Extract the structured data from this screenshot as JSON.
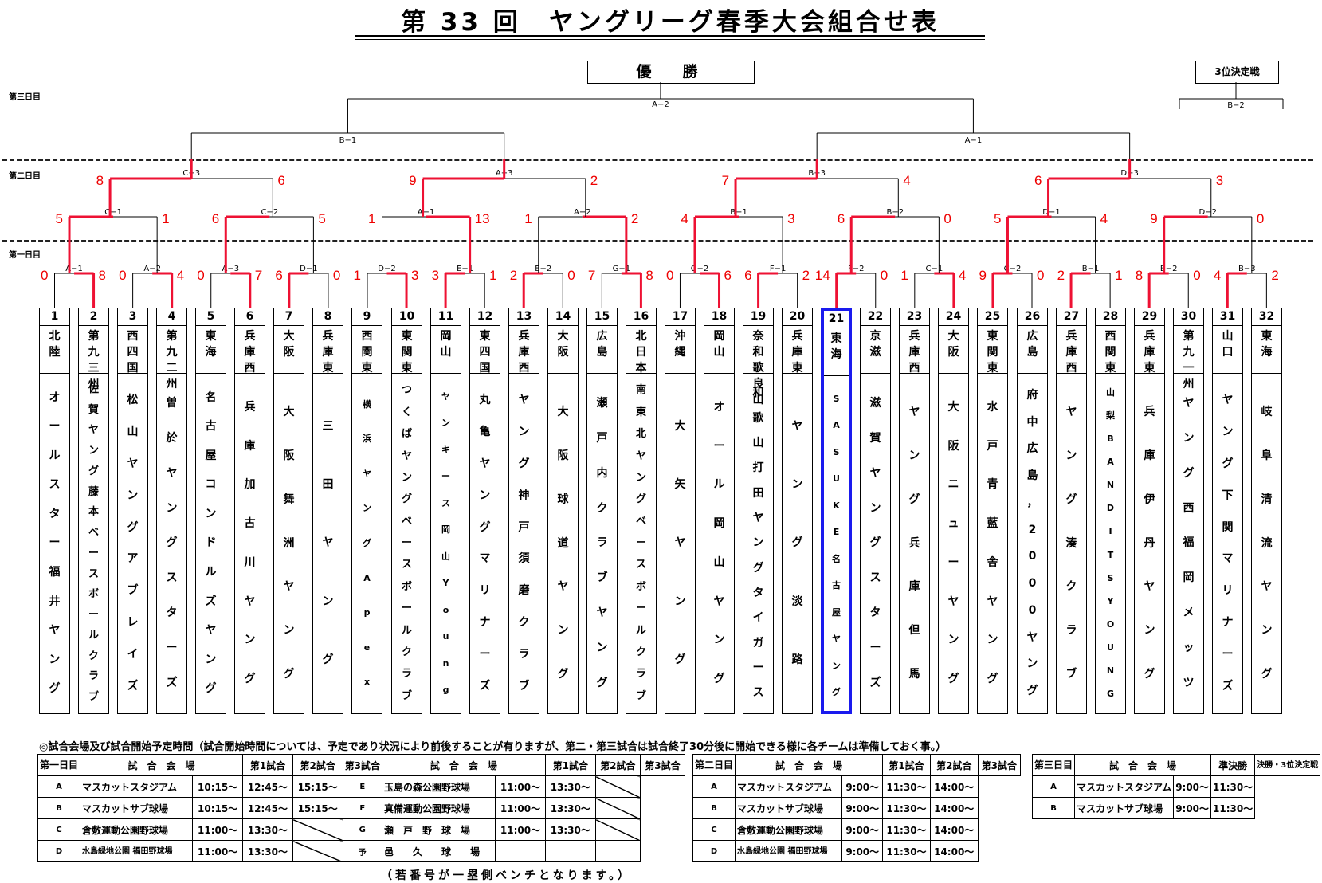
{
  "title": "第 33 回　ヤングリーグ春季大会組合せ表",
  "champion_label": "優　勝",
  "third_label": "3位決定戦",
  "day_labels": [
    "第三日目",
    "第二日目",
    "第一日目"
  ],
  "final_match": "A−2",
  "third_match": "B−2",
  "semis": [
    "B−1",
    "A−1"
  ],
  "quarters": [
    {
      "label": "C−3",
      "left": "8",
      "right": "6"
    },
    {
      "label": "A−3",
      "left": "9",
      "right": "2"
    },
    {
      "label": "B−3",
      "left": "7",
      "right": "4"
    },
    {
      "label": "D−3",
      "left": "6",
      "right": "3"
    }
  ],
  "round2": [
    {
      "label": "C−1",
      "left": "5",
      "right": "1"
    },
    {
      "label": "C−2",
      "left": "6",
      "right": "5"
    },
    {
      "label": "A−1",
      "left": "1",
      "right": "13"
    },
    {
      "label": "A−2",
      "left": "1",
      "right": "2"
    },
    {
      "label": "B−1",
      "left": "4",
      "right": "3"
    },
    {
      "label": "B−2",
      "left": "6",
      "right": "0"
    },
    {
      "label": "D−1",
      "left": "5",
      "right": "4"
    },
    {
      "label": "D−2",
      "left": "9",
      "right": "0"
    }
  ],
  "round1": [
    {
      "label": "A−1",
      "left": "0",
      "right": "8"
    },
    {
      "label": "A−2",
      "left": "0",
      "right": "4"
    },
    {
      "label": "A−3",
      "left": "0",
      "right": "7"
    },
    {
      "label": "D−1",
      "left": "6",
      "right": "0"
    },
    {
      "label": "D−2",
      "left": "1",
      "right": "3"
    },
    {
      "label": "E−1",
      "left": "3",
      "right": "1"
    },
    {
      "label": "E−2",
      "left": "2",
      "right": "0"
    },
    {
      "label": "G−1",
      "left": "7",
      "right": "8"
    },
    {
      "label": "G−2",
      "left": "0",
      "right": "6"
    },
    {
      "label": "F−1",
      "left": "6",
      "right": "2"
    },
    {
      "label": "F−2",
      "left": "14",
      "right": "0"
    },
    {
      "label": "C−1",
      "left": "1",
      "right": "4"
    },
    {
      "label": "C−2",
      "left": "9",
      "right": "0"
    },
    {
      "label": "B−1",
      "left": "2",
      "right": "1"
    },
    {
      "label": "B−2",
      "left": "8",
      "right": "0"
    },
    {
      "label": "B−3",
      "left": "4",
      "right": "2"
    }
  ],
  "teams": [
    {
      "num": "1",
      "region": "北陸",
      "name": "オールスター福井ヤング"
    },
    {
      "num": "2",
      "region": "第九三州",
      "name": "佐賀ヤング藤本ベースボールクラブ"
    },
    {
      "num": "3",
      "region": "西四国",
      "name": "松山ヤングアブレイズ"
    },
    {
      "num": "4",
      "region": "第九二州",
      "name": "曽於ヤングスターズ"
    },
    {
      "num": "5",
      "region": "東海",
      "name": "名古屋コンドルズヤング"
    },
    {
      "num": "6",
      "region": "兵庫西",
      "name": "兵庫加古川ヤング"
    },
    {
      "num": "7",
      "region": "大阪",
      "name": "大阪舞洲ヤング"
    },
    {
      "num": "8",
      "region": "兵庫東",
      "name": "三田ヤング"
    },
    {
      "num": "9",
      "region": "西関東",
      "name": "横浜ヤングApex"
    },
    {
      "num": "10",
      "region": "東関東",
      "name": "つくばヤングベースボールクラブ"
    },
    {
      "num": "11",
      "region": "岡山",
      "name": "ヤンキース岡山Young"
    },
    {
      "num": "12",
      "region": "東四国",
      "name": "丸亀ヤングマリナーズ"
    },
    {
      "num": "13",
      "region": "兵庫西",
      "name": "ヤング神戸須磨クラブ"
    },
    {
      "num": "14",
      "region": "大阪",
      "name": "大阪球道ヤング"
    },
    {
      "num": "15",
      "region": "広島",
      "name": "瀬戸内クラブヤング"
    },
    {
      "num": "16",
      "region": "北日本",
      "name": "南東北ヤングベースボールクラブ"
    },
    {
      "num": "17",
      "region": "沖縄",
      "name": "大矢ヤング"
    },
    {
      "num": "18",
      "region": "岡山",
      "name": "オール岡山ヤング"
    },
    {
      "num": "19",
      "region": "奈和歌良山",
      "name": "和歌山打田ヤングタイガース"
    },
    {
      "num": "20",
      "region": "兵庫東",
      "name": "ヤング淡路"
    },
    {
      "num": "21",
      "region": "東海",
      "name": "SASUKE名古屋ヤング"
    },
    {
      "num": "22",
      "region": "京滋",
      "name": "滋賀ヤングスターズ"
    },
    {
      "num": "23",
      "region": "兵庫西",
      "name": "ヤング兵庫但馬"
    },
    {
      "num": "24",
      "region": "大阪",
      "name": "大阪ニューヤング"
    },
    {
      "num": "25",
      "region": "東関東",
      "name": "水戸青藍舎ヤング"
    },
    {
      "num": "26",
      "region": "広島",
      "name": "府中広島，2000ヤング"
    },
    {
      "num": "27",
      "region": "兵庫西",
      "name": "ヤング湊クラブ"
    },
    {
      "num": "28",
      "region": "西関東",
      "name": "山梨BANDITS YOUNG"
    },
    {
      "num": "29",
      "region": "兵庫東",
      "name": "兵庫伊丹ヤング"
    },
    {
      "num": "30",
      "region": "第九一州",
      "name": "ヤング西福岡メッツ"
    },
    {
      "num": "31",
      "region": "山口",
      "name": "ヤング下関マリナーズ"
    },
    {
      "num": "32",
      "region": "東海",
      "name": "岐阜清流ヤング"
    }
  ],
  "schedule": {
    "note": "◎試合会場及び試合開始予定時間（試合開始時間については、予定であり状況により前後することが有りますが、第二・第三試合は試合終了30分後に開始できる様に各チームは準備しておく事。）",
    "bench_note": "（若番号が一塁側ベンチとなります。）",
    "header_venue": "試　合　会　場",
    "header_g1": "第1試合",
    "header_g2": "第2試合",
    "header_g3": "第3試合",
    "header_semi": "準決勝",
    "header_final": "決勝・3位決定戦",
    "day1_label": "第一日目",
    "day2_label": "第二日目",
    "day3_label": "第三日目",
    "day1_left": [
      {
        "code": "A",
        "venue": "マスカットスタジアム",
        "g1": "10:15〜",
        "g2": "12:45〜",
        "g3": "15:15〜"
      },
      {
        "code": "B",
        "venue": "マスカットサブ球場",
        "g1": "10:15〜",
        "g2": "12:45〜",
        "g3": "15:15〜"
      },
      {
        "code": "C",
        "venue": "倉敷運動公園野球場",
        "g1": "11:00〜",
        "g2": "13:30〜",
        "g3": ""
      },
      {
        "code": "D",
        "venue": "水島緑地公園 福田野球場",
        "g1": "11:00〜",
        "g2": "13:30〜",
        "g3": ""
      }
    ],
    "day1_right": [
      {
        "code": "E",
        "venue": "玉島の森公園野球場",
        "g1": "11:00〜",
        "g2": "13:30〜",
        "g3": ""
      },
      {
        "code": "F",
        "venue": "真備運動公園野球場",
        "g1": "11:00〜",
        "g2": "13:30〜",
        "g3": ""
      },
      {
        "code": "G",
        "venue": "瀬　戸　野　球　場",
        "g1": "11:00〜",
        "g2": "13:30〜",
        "g3": ""
      },
      {
        "code": "予",
        "venue": "邑　　久　　球　　場",
        "g1": "",
        "g2": "",
        "g3": ""
      }
    ],
    "day2": [
      {
        "code": "A",
        "venue": "マスカットスタジアム",
        "g1": "9:00〜",
        "g2": "11:30〜",
        "g3": "14:00〜"
      },
      {
        "code": "B",
        "venue": "マスカットサブ球場",
        "g1": "9:00〜",
        "g2": "11:30〜",
        "g3": "14:00〜"
      },
      {
        "code": "C",
        "venue": "倉敷運動公園野球場",
        "g1": "9:00〜",
        "g2": "11:30〜",
        "g3": "14:00〜"
      },
      {
        "code": "D",
        "venue": "水島緑地公園 福田野球場",
        "g1": "9:00〜",
        "g2": "11:30〜",
        "g3": "14:00〜"
      }
    ],
    "day3": [
      {
        "code": "A",
        "venue": "マスカットスタジアム",
        "semi": "9:00〜",
        "final": "11:30〜"
      },
      {
        "code": "B",
        "venue": "マスカットサブ球場",
        "semi": "9:00〜",
        "final": "11:30〜"
      }
    ]
  },
  "colors": {
    "winner_line": "#ee1133",
    "highlight_box": "#1a1aee",
    "line": "#000000"
  }
}
